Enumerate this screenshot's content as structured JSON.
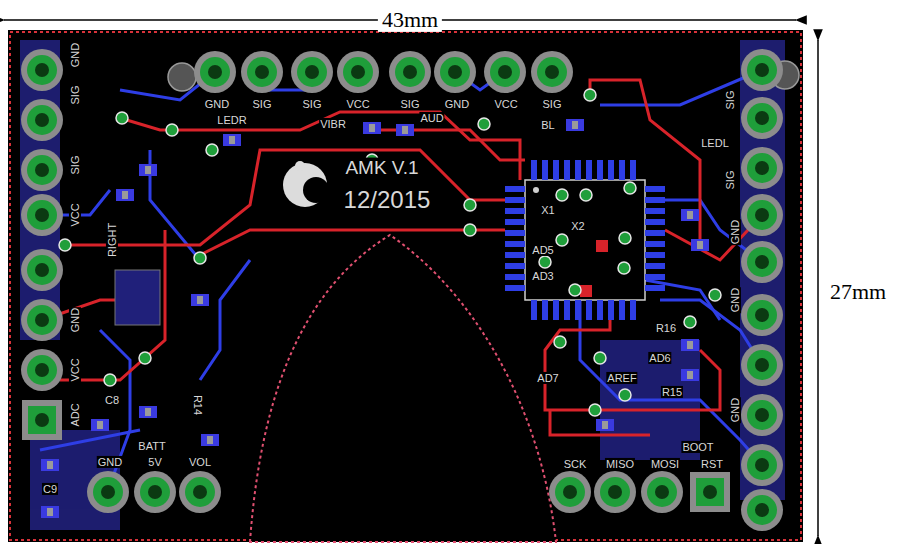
{
  "diagram": {
    "labels": [
      "43mm",
      "27mm",
      "GND",
      "SIG",
      "SIG",
      "VCC",
      "SIG",
      "GND",
      "VCC",
      "SIG",
      "LEDR",
      "VIBR",
      "AUD",
      "BL",
      "LEDL",
      "AMK V.1",
      "12/2015",
      "X1",
      "X2",
      "AD5",
      "AD3",
      "AD6",
      "AD7",
      "AREF",
      "R16",
      "R15",
      "SCK",
      "MISO",
      "MOSI",
      "RST",
      "BOOT",
      "GND",
      "5V",
      "VOL",
      "BATT",
      "C8",
      "C9",
      "R14",
      "ADC",
      "GND",
      "SIG",
      "SIG",
      "VCC",
      "GND",
      "VCC",
      "RIGHT",
      "SIG",
      "SIG",
      "GND",
      "GND",
      "GND"
    ]
  }
}
